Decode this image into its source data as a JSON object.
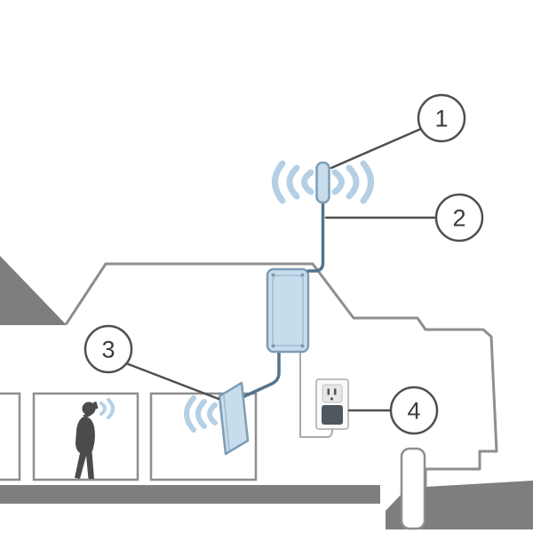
{
  "diagram": {
    "type": "diagram",
    "callouts": [
      {
        "number": "1",
        "target": "outdoor-antenna"
      },
      {
        "number": "2",
        "target": "coax-cable"
      },
      {
        "number": "3",
        "target": "indoor-antenna"
      },
      {
        "number": "4",
        "target": "power-outlet"
      }
    ],
    "colors": {
      "outline_gray": "#8e8e8e",
      "ground_gray": "#7e7e7e",
      "device_fill": "#c7ddec",
      "device_stroke": "#7d9db4",
      "device_detail": "#9fbdd2",
      "wave_blue": "#b5d0e4",
      "cable_blue": "#54748c",
      "person_gray": "#4b4b4b",
      "callout_gray": "#4f4f4f",
      "power_gray": "#a9a9a9",
      "plug_gray": "#4f585e"
    }
  }
}
